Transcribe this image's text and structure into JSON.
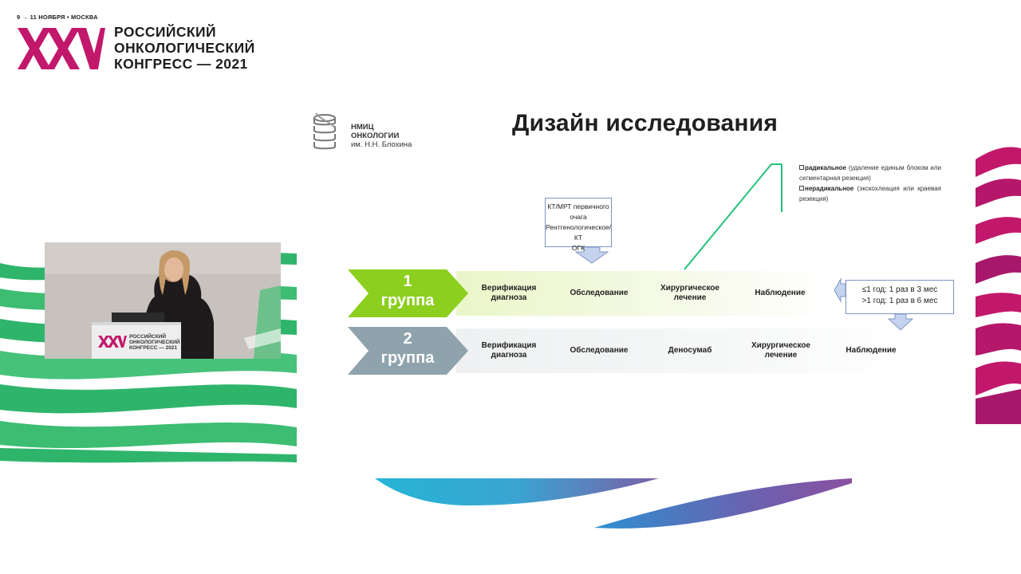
{
  "conference": {
    "date": "9 → 11 НОЯБРЯ • МОСКВА",
    "numeral": "XXV",
    "title_lines": [
      "РОССИЙСКИЙ",
      "ОНКОЛОГИЧЕСКИЙ",
      "КОНГРЕСС — 2021"
    ]
  },
  "camera": {
    "podium_numeral": "XXV",
    "podium_lines": [
      "РОССИЙСКИЙ",
      "ОНКОЛОГИЧЕСКИЙ",
      "КОНГРЕСС — 2021"
    ]
  },
  "slide": {
    "title": "Дизайн исследования",
    "institution": {
      "line1": "НМИЦ",
      "line2": "ОНКОЛОГИИ",
      "line3": "им. Н.Н. Блохина"
    },
    "exam_box": {
      "lines": [
        "КТ/МРТ первичного",
        "очага",
        "Рентгенологическое/КТ",
        "ОГК"
      ]
    },
    "surgery_note": {
      "radical_label": "радикальное",
      "radical_text": "(удаление единым блоком или сегментарная резекция)",
      "nonradical_label": "нерадикальное",
      "nonradical_text": "(экскохлеация или краевая резекция)"
    },
    "group1": {
      "number": "1",
      "label": "группа",
      "steps": [
        "Верификация диагноза",
        "Обследование",
        "Хирургическое лечение",
        "Наблюдение"
      ]
    },
    "group2": {
      "number": "2",
      "label": "группа",
      "steps": [
        "Верификация диагноза",
        "Обследование",
        "Деносумаб",
        "Хирургическое лечение",
        "Наблюдение"
      ]
    },
    "follow_up": {
      "line1": "≤1 год: 1 раз в 3 мес",
      "line2": ">1 год: 1 раз в 6 мес"
    }
  },
  "colors": {
    "accent_magenta": "#c2186b",
    "group1_green": "#8ccf1e",
    "group2_slate": "#8fa3ad",
    "wave_green": "#2ab36a",
    "wave_teal": "#2bb3c8",
    "wave_purple": "#7b5fa6"
  }
}
